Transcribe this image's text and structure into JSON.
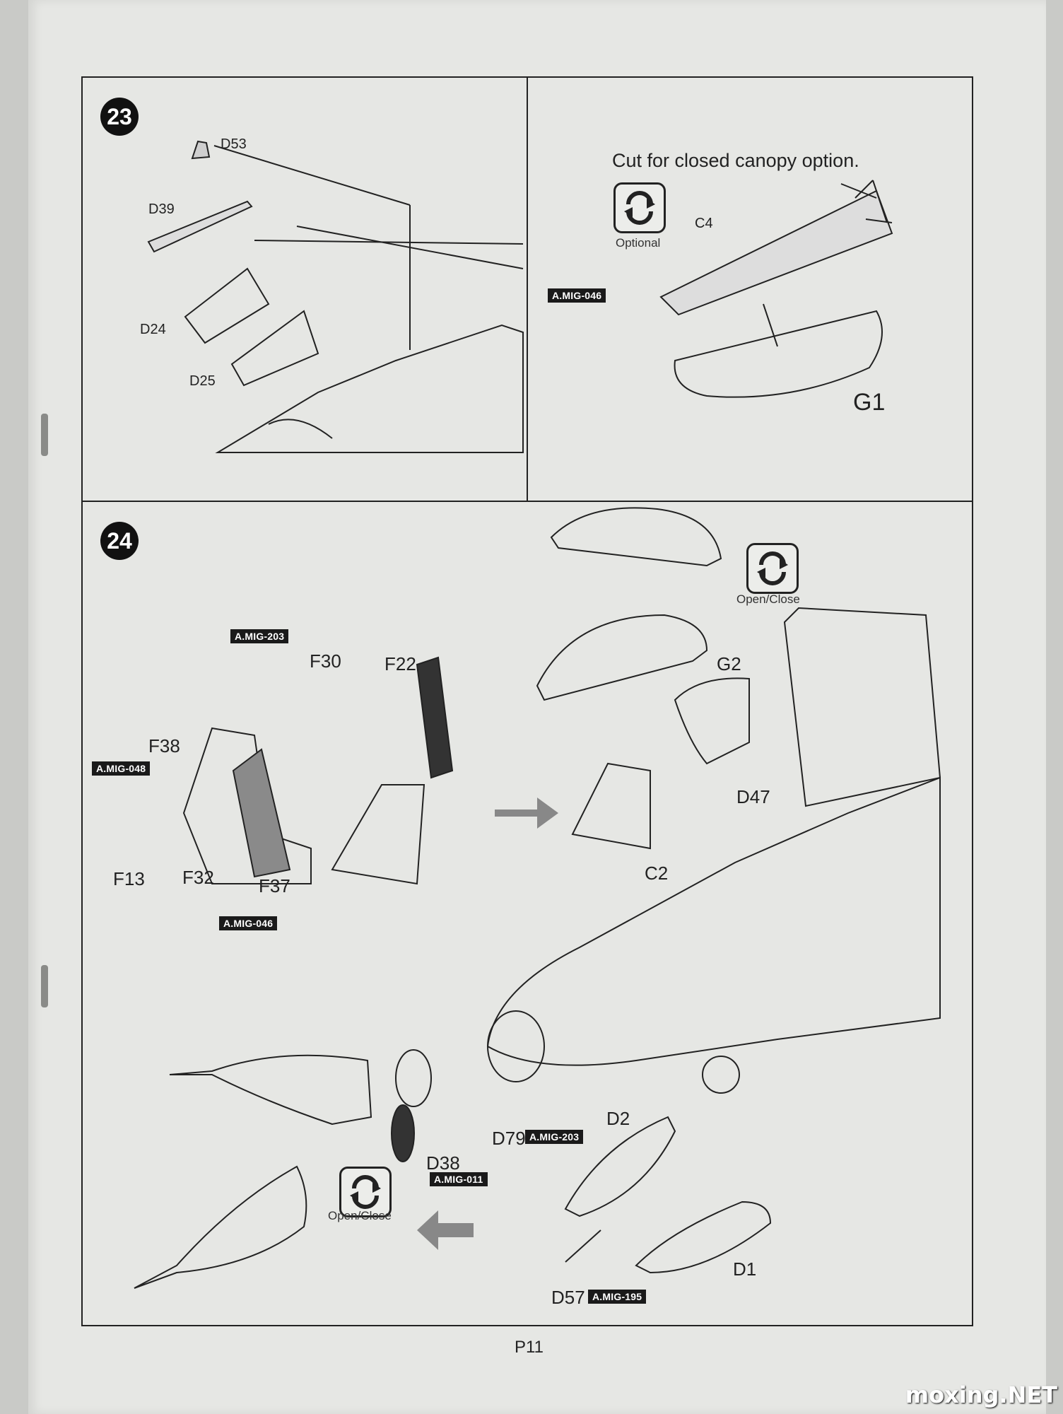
{
  "page": {
    "page_number": "P11",
    "watermark": "moxing.NET"
  },
  "step23": {
    "number": "23",
    "parts": {
      "d53": "D53",
      "d39": "D39",
      "d24": "D24",
      "d25": "D25"
    },
    "callout": "Cut for closed canopy option.",
    "optional_label": "Optional",
    "c4": "C4",
    "g1": "G1",
    "paint_tag": "A.MIG-046"
  },
  "step24": {
    "number": "24",
    "parts": {
      "f30": "F30",
      "f22": "F22",
      "f38": "F38",
      "f13": "F13",
      "f32": "F32",
      "f37": "F37",
      "g2": "G2",
      "d47": "D47",
      "c2": "C2",
      "d2": "D2",
      "d79": "D79",
      "d38": "D38",
      "d1": "D1",
      "d57": "D57"
    },
    "tags": {
      "mig203_top": "A.MIG-203",
      "mig048": "A.MIG-048",
      "mig046": "A.MIG-046",
      "mig203_d79": "A.MIG-203",
      "mig011": "A.MIG-011",
      "mig195": "A.MIG-195"
    },
    "open_close_1": "Open/Close",
    "open_close_2": "Open/Close"
  }
}
